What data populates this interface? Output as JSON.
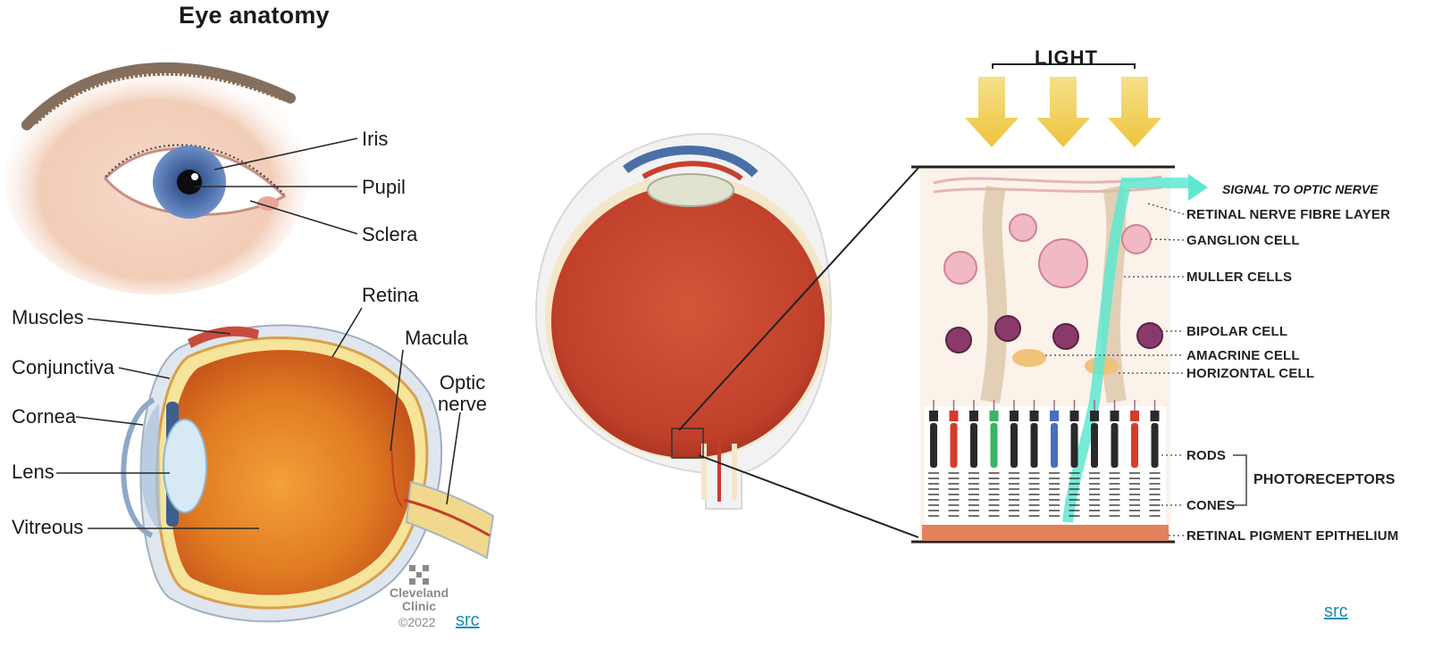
{
  "left_panel": {
    "title": "Eye anatomy",
    "front_labels": [
      "Iris",
      "Pupil",
      "Sclera"
    ],
    "side_labels": {
      "muscles": "Muscles",
      "conjunctiva": "Conjunctiva",
      "cornea": "Cornea",
      "lens": "Lens",
      "vitreous": "Vitreous",
      "retina": "Retina",
      "macula": "Macula",
      "optic_nerve": [
        "Optic",
        "nerve"
      ]
    },
    "logo": {
      "name_line1": "Cleveland",
      "name_line2": "Clinic",
      "copyright": "©2022"
    },
    "src_link": "src"
  },
  "right_panel": {
    "light_label": "LIGHT",
    "signal_label": "SIGNAL TO OPTIC NERVE",
    "layer_labels": {
      "nerve_fibre": "RETINAL NERVE FIBRE LAYER",
      "ganglion": "GANGLION CELL",
      "muller": "MULLER CELLS",
      "bipolar": "BIPOLAR CELL",
      "amacrine": "AMACRINE CELL",
      "horizontal": "HORIZONTAL CELL",
      "rods": "RODS",
      "cones": "CONES",
      "photoreceptors": "PHOTORECEPTORS",
      "pigment": "RETINAL PIGMENT EPITHELIUM"
    },
    "src_link": "src"
  },
  "colors": {
    "eye_red": "#c8402c",
    "iris_blue": "#4a6ea8",
    "light_arrow": "#f1cf55",
    "signal_arrow": "#5fe8d0",
    "link": "#1a8ab5"
  },
  "photoreceptor_colors": [
    "#2a2a2a",
    "#d83a2a",
    "#2a2a2a",
    "#3ab36a",
    "#2a2a2a",
    "#2a2a2a",
    "#4a6ec0",
    "#2a2a2a",
    "#2a2a2a",
    "#2a2a2a",
    "#d83a2a",
    "#2a2a2a"
  ]
}
